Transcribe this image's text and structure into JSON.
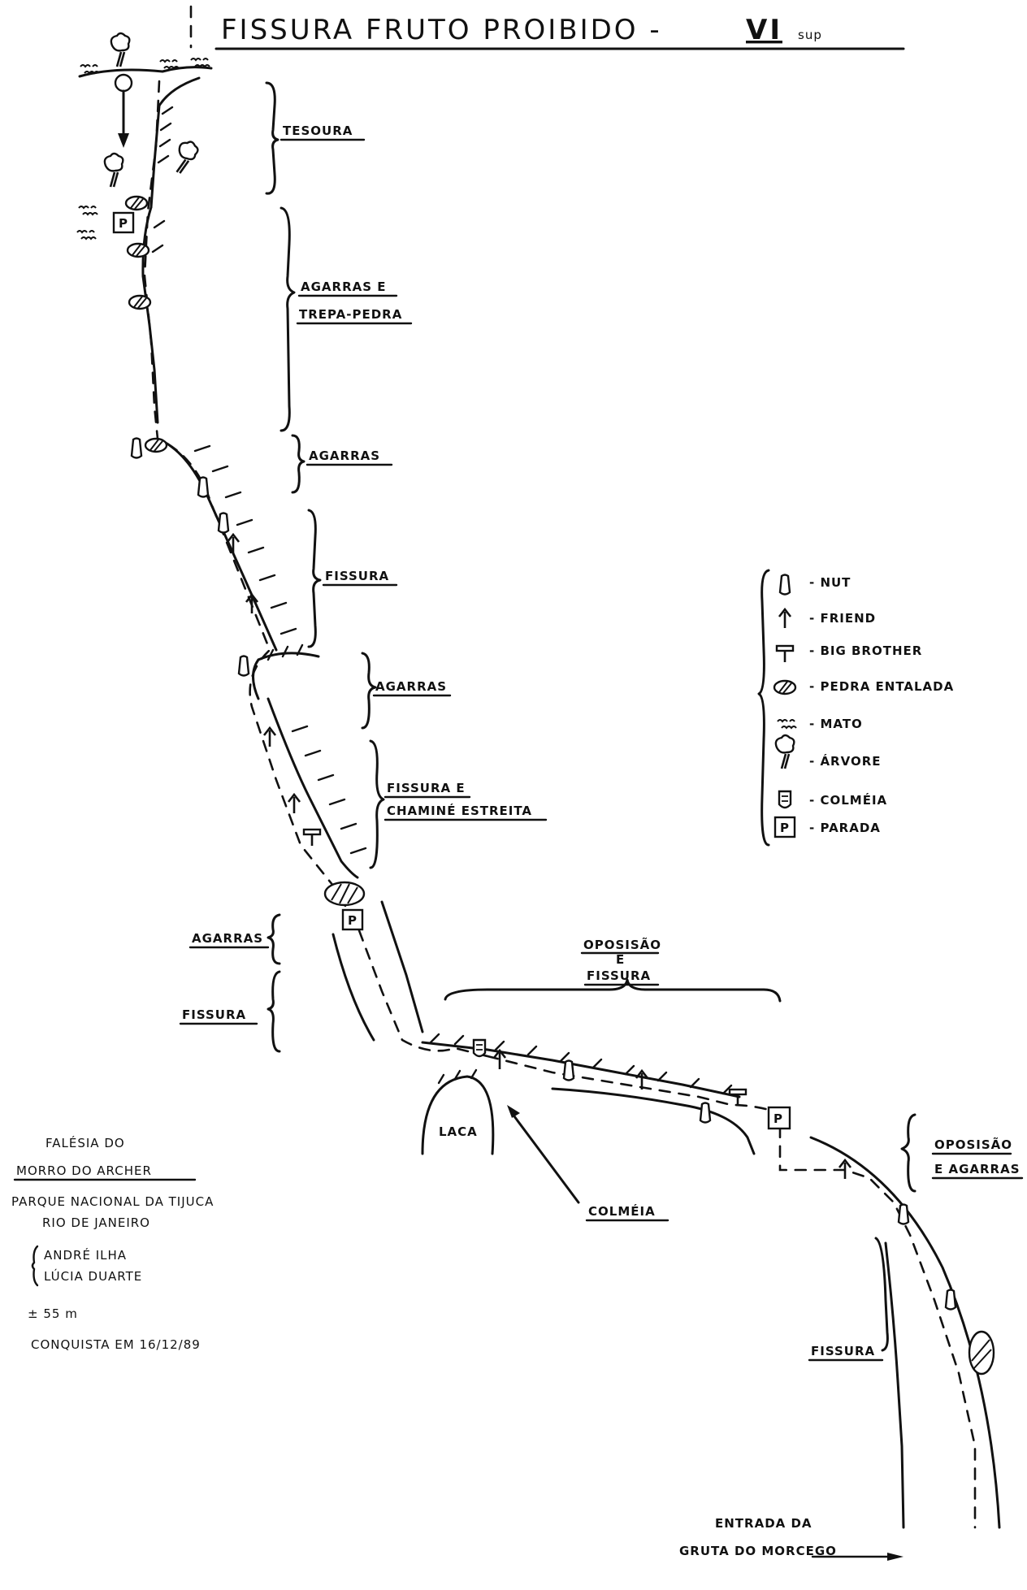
{
  "title": {
    "main": "FISSURA FRUTO PROIBIDO -",
    "grade": "VI",
    "grade_suffix": "sup"
  },
  "route_labels": {
    "tesoura": "TESOURA",
    "agarras_e": "AGARRAS E",
    "trepa_pedra": "TREPA-PEDRA",
    "agarras_1": "AGARRAS",
    "fissura_1": "FISSURA",
    "agarras_2": "AGARRAS",
    "fissura_e": "FISSURA E",
    "chamine_estreita": "CHAMINÉ ESTREITA",
    "agarras_3": "AGARRAS",
    "fissura_2": "FISSURA",
    "oposisao_top": "OPOSISÃO",
    "e_top": "E",
    "fissura_top": "FISSURA",
    "laca": "LACA",
    "colmeia": "COLMÉIA",
    "oposisao_right": "OPOSISÃO",
    "e_agarras": "E AGARRAS",
    "fissura_3": "FISSURA",
    "entrada_da": "ENTRADA DA",
    "gruta_do_morcego": "GRUTA DO MORCEGO"
  },
  "legend": {
    "items": [
      {
        "icon": "nut-icon",
        "label": "- NUT"
      },
      {
        "icon": "friend-icon",
        "label": "- FRIEND"
      },
      {
        "icon": "big-brother-icon",
        "label": "- BIG BROTHER"
      },
      {
        "icon": "chockstone-icon",
        "label": "- PEDRA ENTALADA"
      },
      {
        "icon": "brush-icon",
        "label": "- MATO"
      },
      {
        "icon": "tree-icon",
        "label": "- ÁRVORE"
      },
      {
        "icon": "beehive-icon",
        "label": "- COLMÉIA"
      },
      {
        "icon": "belay-icon",
        "label": "- PARADA"
      }
    ]
  },
  "belay_letter": "P",
  "info": {
    "location_1": "FALÉSIA DO",
    "location_2": "MORRO DO ARCHER",
    "park": "PARQUE NACIONAL DA TIJUCA",
    "city": "RIO DE JANEIRO",
    "climber_1": "ANDRÉ ILHA",
    "climber_2": "LÚCIA DUARTE",
    "length": "± 55 m",
    "first_ascent": "CONQUISTA EM 16/12/89"
  }
}
